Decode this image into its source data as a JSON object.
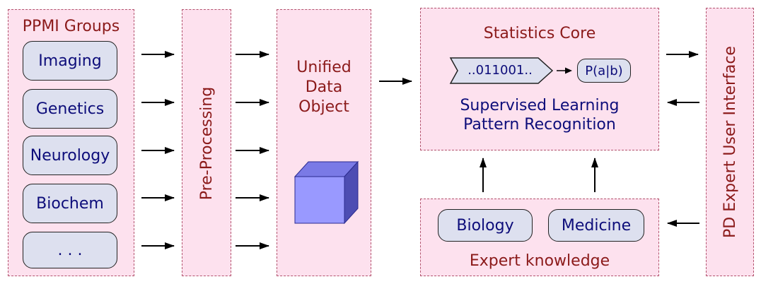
{
  "groups_panel": {
    "title": "PPMI Groups",
    "items": [
      "Imaging",
      "Genetics",
      "Neurology",
      "Biochem",
      ". . ."
    ]
  },
  "preprocessing": {
    "label": "Pre-Processing"
  },
  "unified": {
    "line1": "Unified",
    "line2": "Data",
    "line3": "Object"
  },
  "stats": {
    "title": "Statistics Core",
    "binary": "..011001..",
    "prob": "P(a|b)",
    "line1": "Supervised Learning",
    "line2": "Pattern Recognition"
  },
  "expert": {
    "items": [
      "Biology",
      "Medicine"
    ],
    "label": "Expert knowledge"
  },
  "ui_panel": {
    "label": "PD Expert User Interface"
  },
  "colors": {
    "panel_fill": "#fde1ee",
    "panel_border": "#b3536e",
    "maroon_text": "#8b1a1a",
    "navy_text": "#0d0d7a",
    "pill_fill": "#dde0ef",
    "cube_front": "#9999ff",
    "cube_side": "#4d4db3"
  }
}
